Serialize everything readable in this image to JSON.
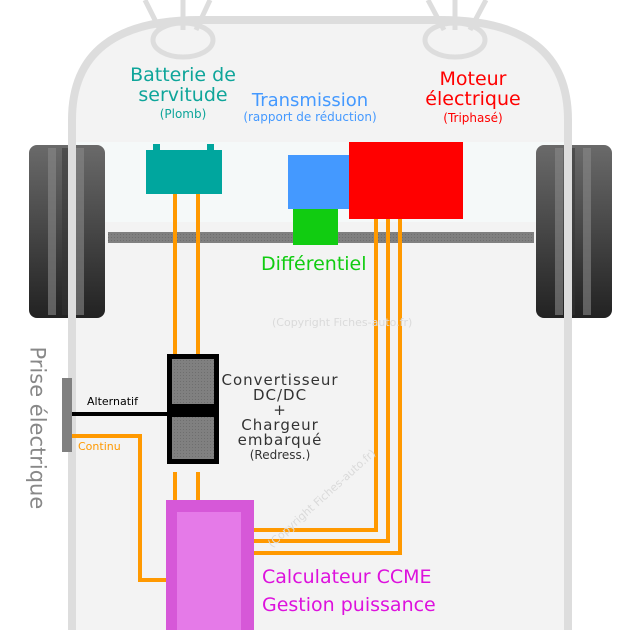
{
  "diagram": {
    "components": {
      "battery": {
        "title_line1": "Batterie de",
        "title_line2": "servitude",
        "subtitle": "(Plomb)",
        "color": "#00a69e"
      },
      "transmission": {
        "title": "Transmission",
        "subtitle": "(rapport de réduction)",
        "color": "#4499ff"
      },
      "motor": {
        "title_line1": "Moteur",
        "title_line2": "électrique",
        "subtitle": "(Triphasé)",
        "color": "#ff0000"
      },
      "differential": {
        "title": "Différentiel",
        "color": "#11cc11"
      },
      "converter": {
        "line1": "Convertisseur",
        "line2": "DC/DC",
        "line3": "+",
        "line4": "Chargeur",
        "line5": "embarqué",
        "line6": "(Redress.)",
        "color": "#777777"
      },
      "ccme": {
        "line1": "Calculateur CCME",
        "line2": "Gestion puissance",
        "color": "#d658d8"
      },
      "plug": {
        "title": "Prise électrique",
        "ac_label": "Alternatif",
        "dc_label": "Continu"
      }
    },
    "watermark_1": "(Copyright Fiches-auto.fr)",
    "watermark_2": "(Copyright Fiches-auto.fr)",
    "wire_color": "#ff9900"
  }
}
